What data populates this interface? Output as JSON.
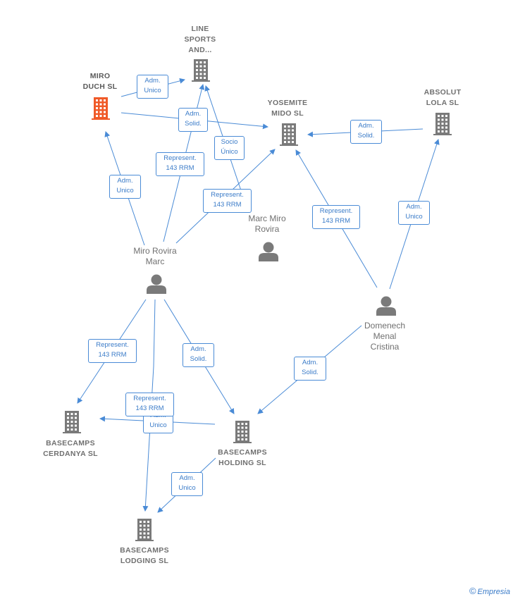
{
  "colors": {
    "edge": "#4a8bd6",
    "building": "#7a7a7a",
    "focus_building": "#f05a28",
    "person": "#7a7a7a",
    "label_text": "#707070"
  },
  "companies": [
    {
      "id": "miro_duch",
      "label": "MIRO\nDUCH  SL",
      "focus": true
    },
    {
      "id": "line_sports",
      "label": "LINE\nSPORTS\nAND..."
    },
    {
      "id": "yosemite",
      "label": "YOSEMITE\nMIDO  SL"
    },
    {
      "id": "absolut",
      "label": "ABSOLUT\nLOLA  SL"
    },
    {
      "id": "cerdanya",
      "label": "BASECAMPS\nCERDANYA  SL"
    },
    {
      "id": "holding",
      "label": "BASECAMPS\nHOLDING  SL"
    },
    {
      "id": "lodging",
      "label": "BASECAMPS\nLODGING  SL"
    }
  ],
  "persons": [
    {
      "id": "miro_rovira",
      "label": "Miro Rovira\nMarc"
    },
    {
      "id": "marc_miro",
      "label": "Marc Miro\nRovira"
    },
    {
      "id": "domenech",
      "label": "Domenech\nMenal\nCristina"
    }
  ],
  "edges": [
    {
      "label": "Adm.\nUnico"
    },
    {
      "label": "Adm.\nSolid."
    },
    {
      "label": "Represent.\n143 RRM"
    },
    {
      "label": "Socio\nÚnico"
    },
    {
      "label": "Adm.\nUnico"
    },
    {
      "label": "Represent.\n143 RRM"
    },
    {
      "label": "Adm.\nSolid."
    },
    {
      "label": "Represent.\n143 RRM"
    },
    {
      "label": "Adm.\nUnico"
    },
    {
      "label": "Adm.\nSolid."
    },
    {
      "label": "Represent.\n143 RRM"
    },
    {
      "label": "Adm.\nSolid."
    },
    {
      "label": "Represent.\n143 RRM"
    },
    {
      "label": "Adm.\nUnico"
    },
    {
      "label": "Adm.\nUnico"
    }
  ],
  "footer": {
    "copyright": "©",
    "brand": "Empresia"
  }
}
